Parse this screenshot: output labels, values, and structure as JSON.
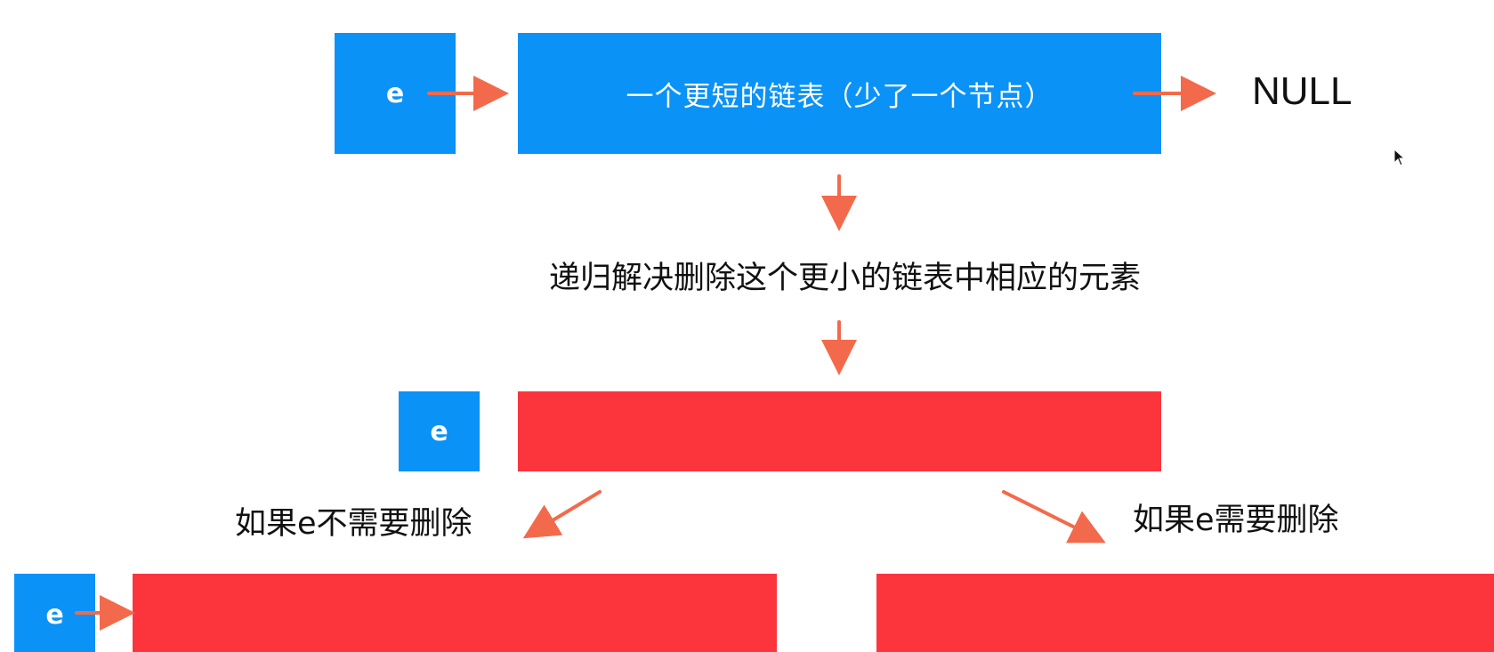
{
  "top_row": {
    "node_label": "e",
    "list_label": "一个更短的链表（少了一个节点）",
    "null_label": "NULL"
  },
  "step_text": "递归解决删除这个更小的链表中相应的元素",
  "middle_row": {
    "node_label": "e"
  },
  "branches": {
    "left_label": "如果e不需要删除",
    "right_label": "如果e需要删除"
  },
  "bottom_row": {
    "node_label": "e"
  },
  "colors": {
    "blue": "#0a92f7",
    "red": "#fc353d",
    "arrow": "#f26a4b"
  }
}
